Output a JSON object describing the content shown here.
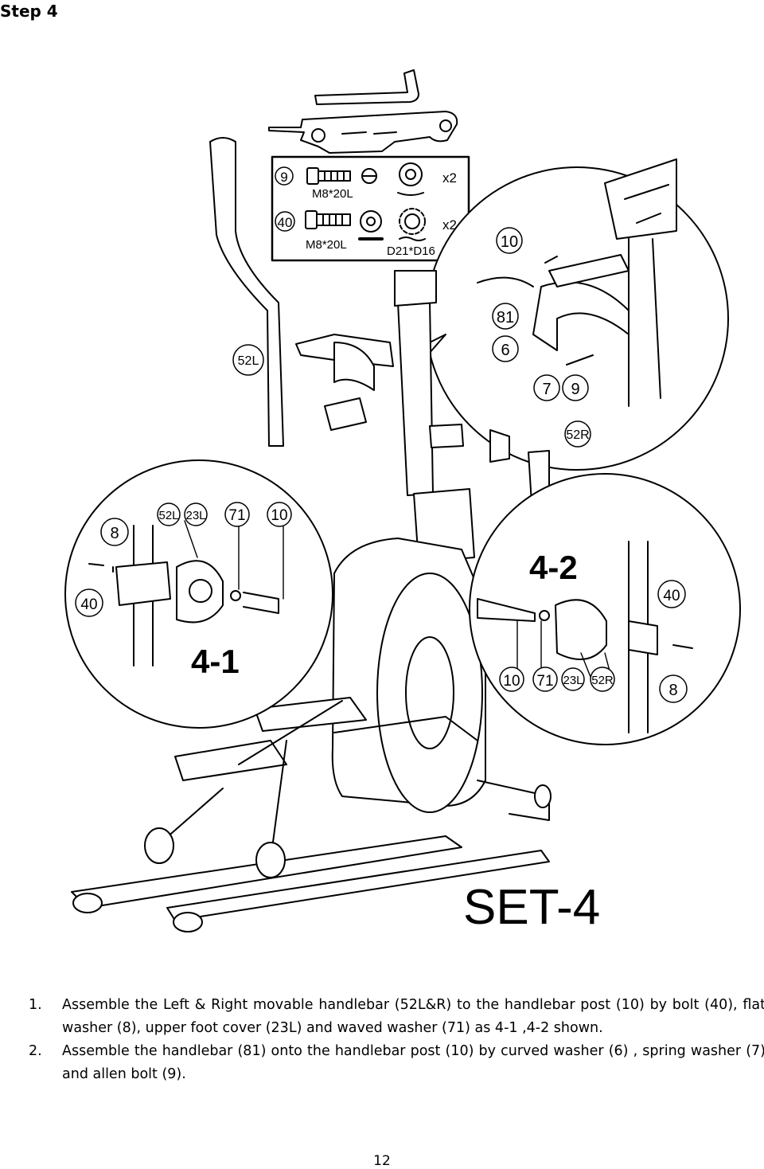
{
  "header": {
    "step_title": "Step 4"
  },
  "hardware": [
    {
      "part": "9",
      "size": "M8*20L",
      "qty": "x2"
    },
    {
      "part": "40",
      "size": "M8*20L",
      "washer": "D21*D16",
      "qty": "x2"
    }
  ],
  "callouts": {
    "top_right": [
      "10",
      "81",
      "6",
      "7",
      "9"
    ],
    "main": [
      "52L",
      "52R"
    ],
    "left_detail": [
      "8",
      "52L",
      "23L",
      "71",
      "10",
      "40"
    ],
    "right_detail": [
      "40",
      "10",
      "71",
      "23L",
      "52R",
      "8"
    ]
  },
  "detail_labels": {
    "left": "4-1",
    "right": "4-2"
  },
  "set_label": "SET-4",
  "instructions": [
    {
      "num": "1.",
      "text": "Assemble the Left & Right movable handlebar (52L&R) to the handlebar post (10) by bolt (40), flat washer (8), upper foot cover (23L) and waved washer (71) as 4-1 ,4-2 shown."
    },
    {
      "num": "2.",
      "text": "Assemble the handlebar (81) onto the handlebar post (10) by curved washer (6) , spring washer (7) and allen bolt (9)."
    }
  ],
  "page_number": "12"
}
